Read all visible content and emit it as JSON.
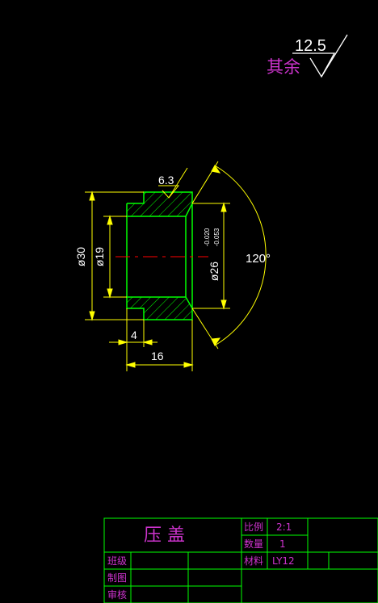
{
  "roughness": {
    "general_value": "12.5",
    "general_label": "其余",
    "bore_value": "6.3"
  },
  "dimensions": {
    "outer_diameter": "ø30",
    "bore_diameter": "ø19",
    "fit_diameter": "ø26",
    "fit_upper_dev": "-0.020",
    "fit_lower_dev": "-0.053",
    "angle": "120°",
    "flange_width": "4",
    "overall_length": "16"
  },
  "title_block": {
    "part_name": "压 盖",
    "scale_label": "比例",
    "scale_value": "2:1",
    "qty_label": "数量",
    "qty_value": "1",
    "material_label": "材料",
    "material_value": "LY12",
    "class_label": "班级",
    "drawn_label": "制图",
    "checked_label": "审核"
  },
  "colors": {
    "background": "#000000",
    "outline": "#00ff00",
    "dimension": "#ffff00",
    "hatch": "#00ff00",
    "centerline": "#ff0000",
    "annotation_magenta": "#cc33cc",
    "text_white": "#ffffff"
  }
}
